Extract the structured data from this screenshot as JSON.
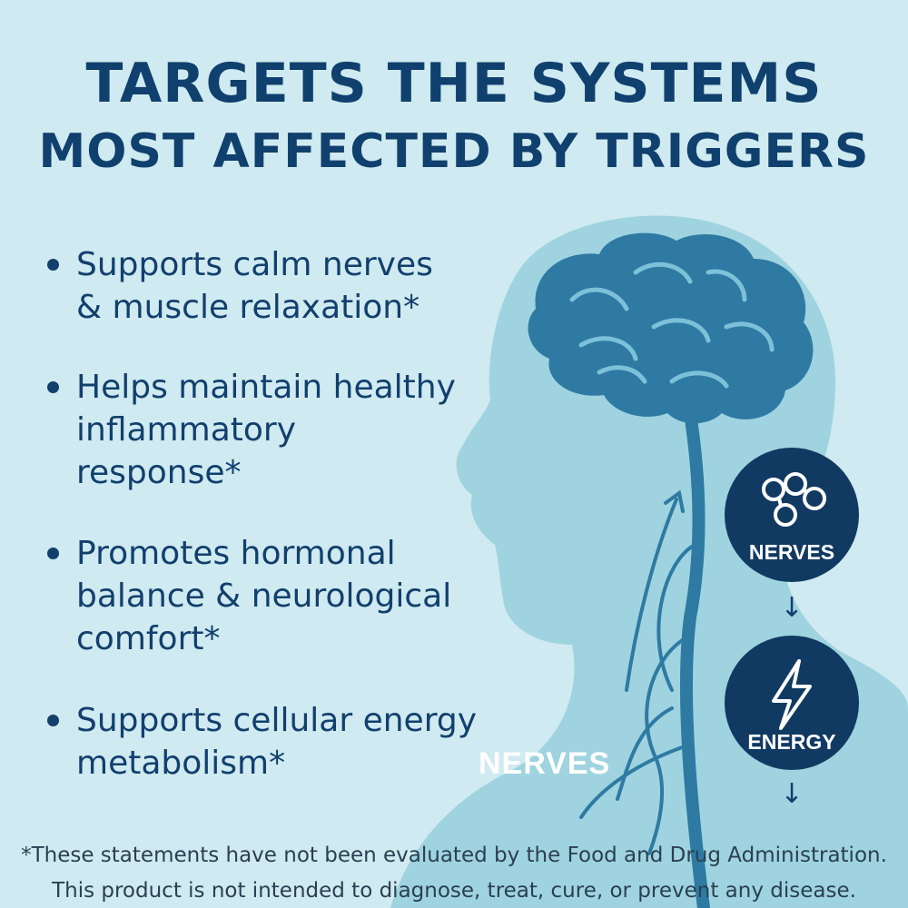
{
  "title": {
    "line1": "TARGETS THE SYSTEMS",
    "line2": "MOST AFFECTED BY TRIGGERS"
  },
  "bullets": [
    {
      "lines": [
        "Supports calm nerves",
        "& muscle relaxation*"
      ]
    },
    {
      "lines": [
        "Helps maintain healthy",
        "inflammatory",
        "response*"
      ]
    },
    {
      "lines": [
        "Promotes hormonal",
        "balance & neurological",
        "comfort*"
      ]
    },
    {
      "lines": [
        "Supports cellular energy",
        "metabolism*"
      ]
    }
  ],
  "illustration": {
    "nerves_label": "NERVES"
  },
  "badges": {
    "nerves": {
      "label": "NERVES",
      "icon": "molecule-circles-icon"
    },
    "energy": {
      "label": "ENERGY",
      "icon": "lightning-bolt-icon"
    }
  },
  "arrows": {
    "glyph": "↓"
  },
  "disclaimer": {
    "line1": "*These statements have not been evaluated by the Food and Drug Administration.",
    "line2": "This product is not intended to diagnose, treat, cure, or prevent any disease."
  },
  "colors": {
    "background": "#cfeaf0",
    "heading": "#10406e",
    "silhouette": "#9fd3e0",
    "brain": "#2e7aa3",
    "badge": "#113a62"
  }
}
